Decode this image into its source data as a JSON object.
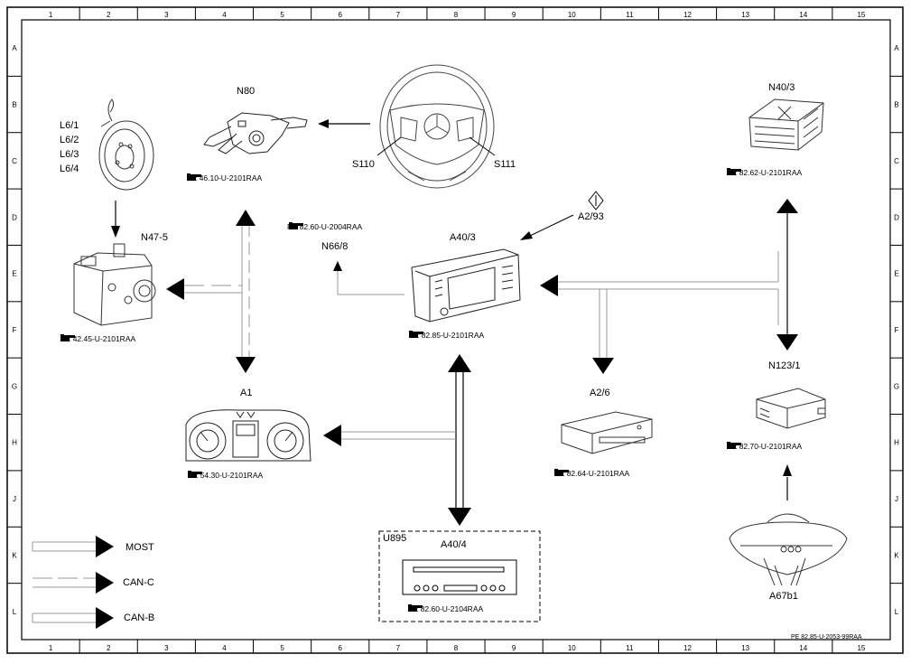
{
  "grid": {
    "columns": [
      "1",
      "2",
      "3",
      "4",
      "5",
      "6",
      "7",
      "8",
      "9",
      "10",
      "11",
      "12",
      "13",
      "14",
      "15"
    ],
    "rows": [
      "A",
      "B",
      "C",
      "D",
      "E",
      "F",
      "G",
      "H",
      "J",
      "K",
      "L"
    ]
  },
  "components": {
    "n80": {
      "label": "N80",
      "ref": "PE 46.10-U-2101RAA"
    },
    "steering": {
      "left": "S110",
      "right": "S111"
    },
    "n40_3": {
      "label": "N40/3",
      "ref": "PE 82.62-U-2101RAA"
    },
    "l6": {
      "labels": [
        "L6/1",
        "L6/2",
        "L6/3",
        "L6/4"
      ]
    },
    "n47_5": {
      "label": "N47-5",
      "ref": "PE 42.45-U-2101RAA"
    },
    "n66_8": {
      "label": "N66/8",
      "ref": "PE 82.60-U-2004RAA"
    },
    "a40_3": {
      "label": "A40/3",
      "ref": "PE 82.85-U-2101RAA"
    },
    "a2_93": {
      "label": "A2/93"
    },
    "n123_1": {
      "label": "N123/1",
      "ref": "PE 82.70-U-2101RAA"
    },
    "a1": {
      "label": "A1",
      "ref": "PE 54.30-U-2101RAA"
    },
    "a2_6": {
      "label": "A2/6",
      "ref": "PE 82.64-U-2101RAA"
    },
    "u895": {
      "label": "U895"
    },
    "a40_4": {
      "label": "A40/4",
      "ref": "PE 82.60-U-2104RAA"
    },
    "a67b1": {
      "label": "A67b1"
    }
  },
  "legend": {
    "most": "MOST",
    "canc": "CAN-C",
    "canb": "CAN-B"
  },
  "doc_ref": "PE 82.85-U-2053-99RAA"
}
